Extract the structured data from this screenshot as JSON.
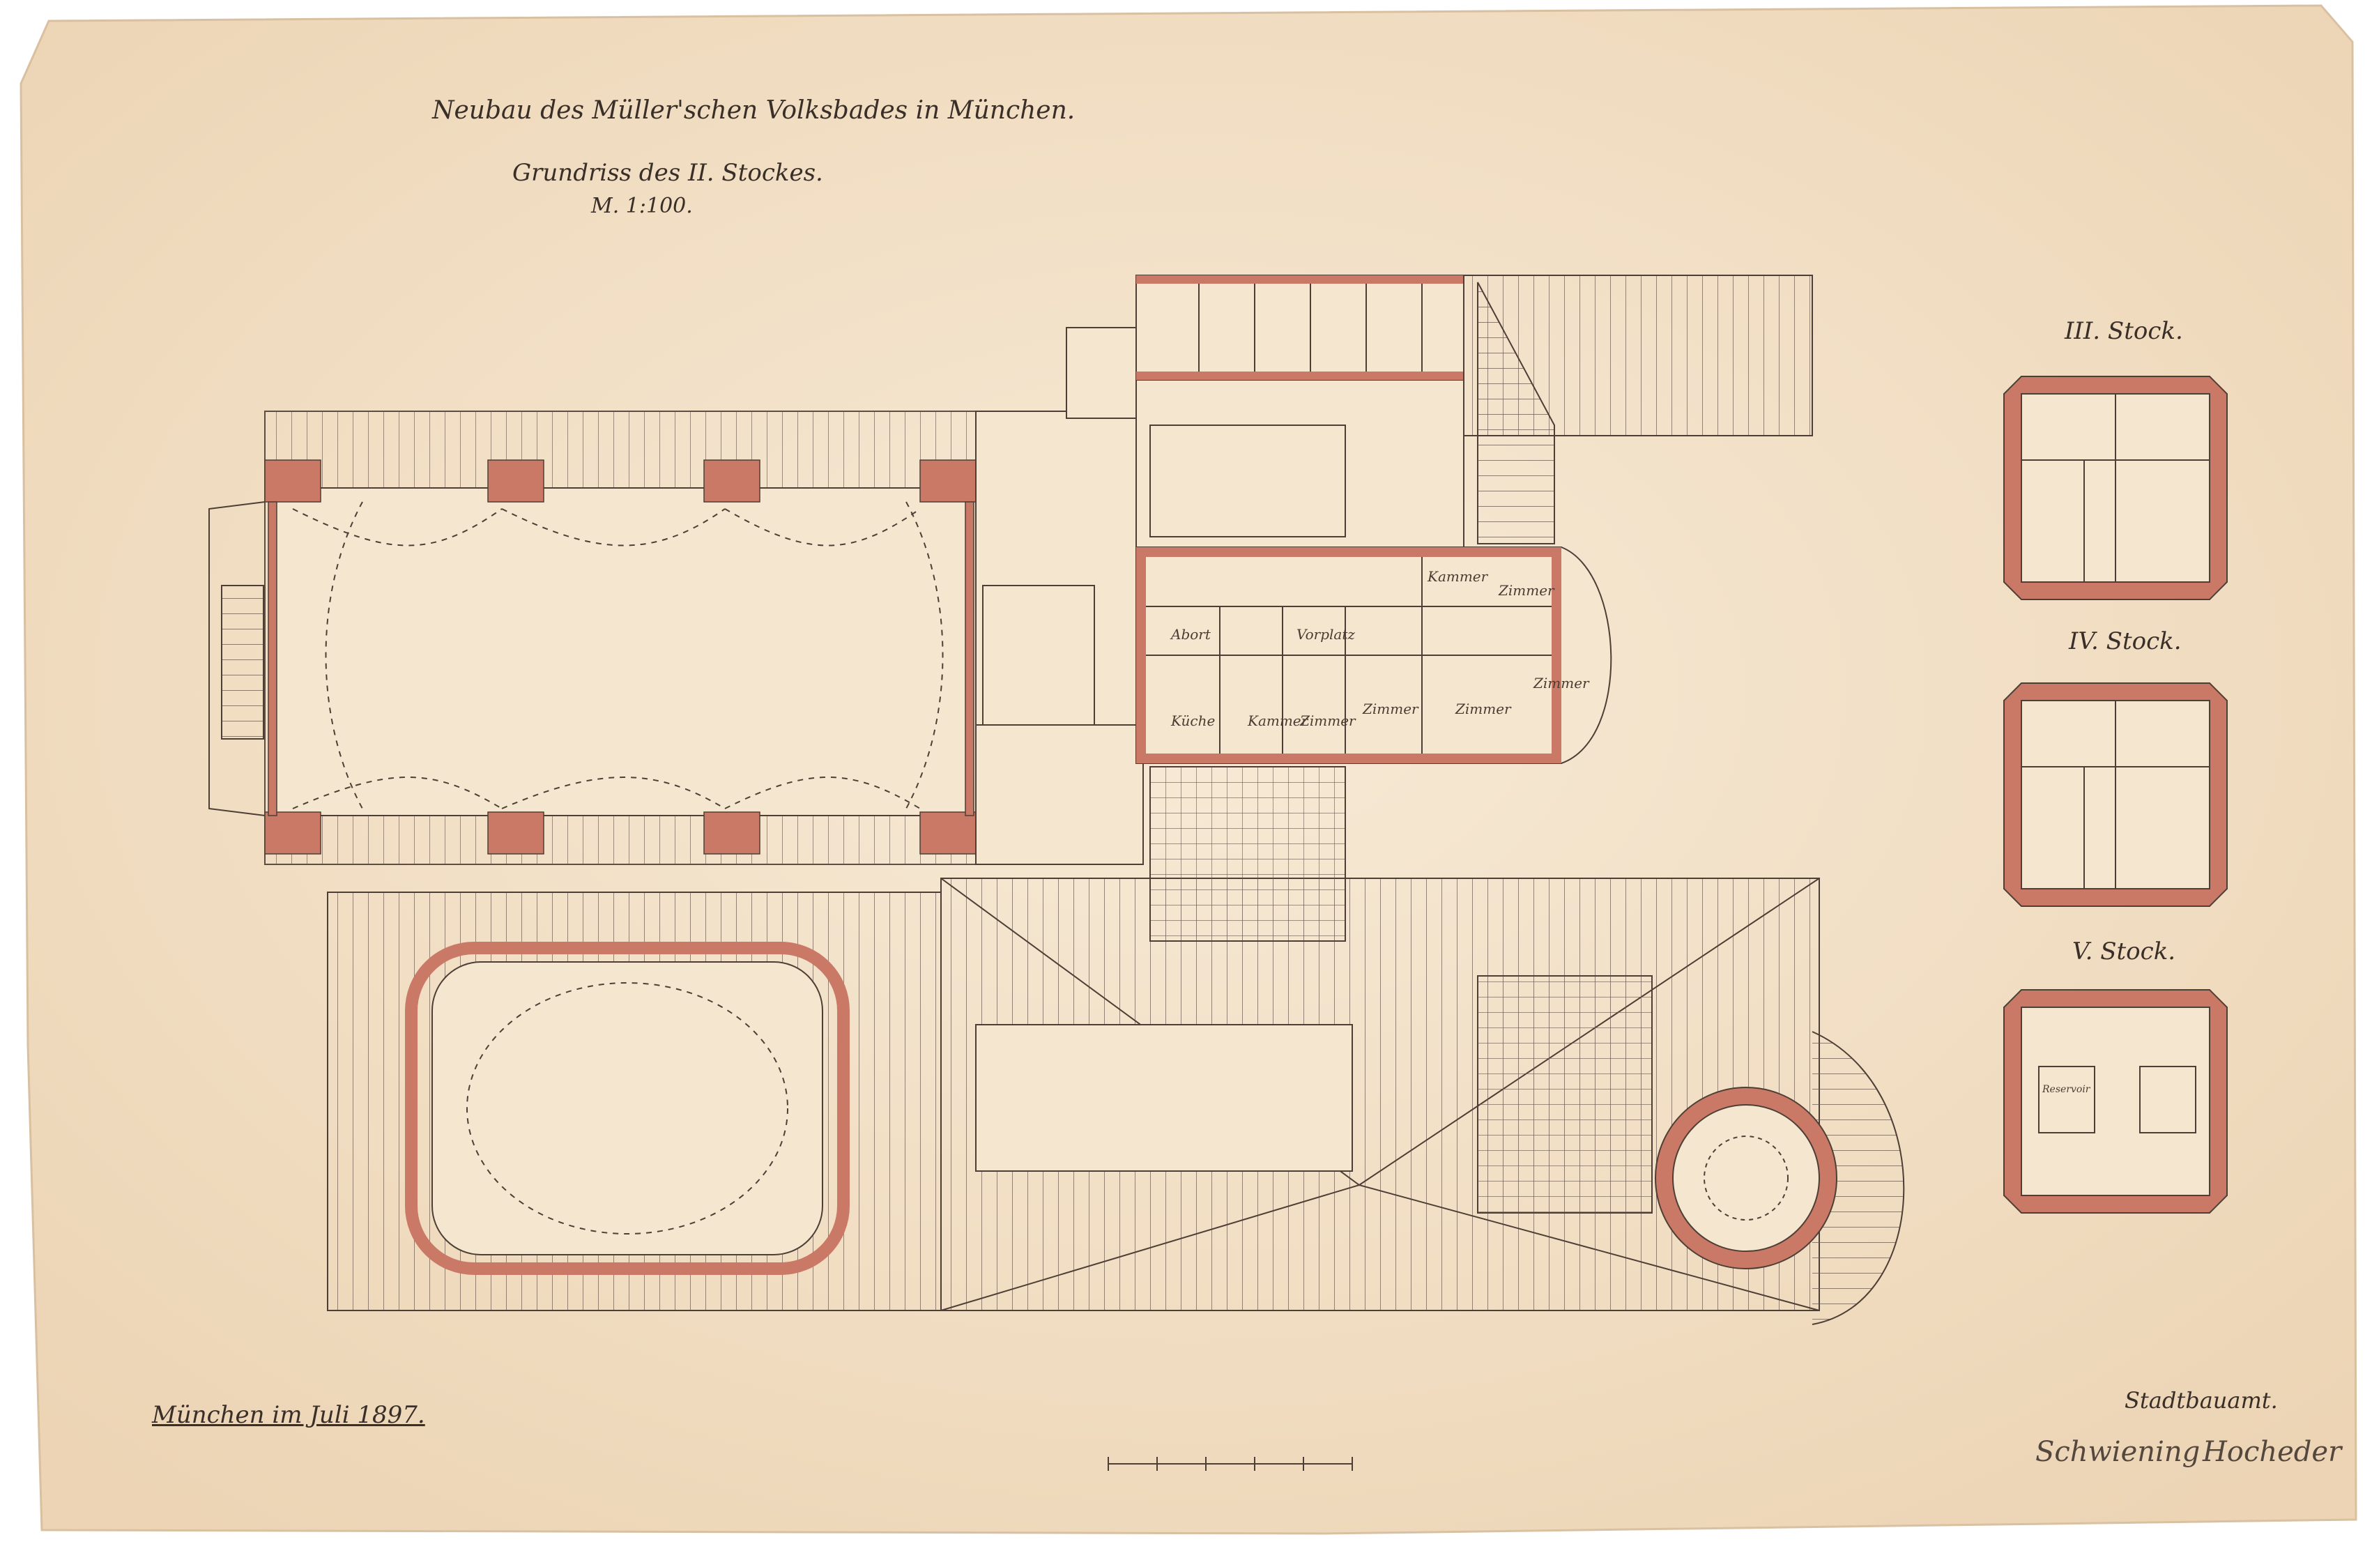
{
  "title": "Neubau des Müller'schen Volksbades in München.",
  "subtitle": "Grundriss des II. Stockes.",
  "scale_text": "M. 1:100.",
  "place_date": "München im Juli 1897.",
  "office": "Stadtbauamt.",
  "signatures": [
    "Schwiening",
    "Hocheder"
  ],
  "floor_labels": [
    "III. Stock.",
    "IV. Stock.",
    "V. Stock."
  ],
  "room_labels": {
    "kammer_top": "Kammer",
    "zimmer_1": "Zimmer",
    "vorplatz": "Vorplatz",
    "abort": "Abort",
    "zimmer_2": "Zimmer",
    "kueche": "Küche",
    "kammer": "Kammer",
    "zimmer_3": "Zimmer",
    "zimmer_4": "Zimmer",
    "zimmer_5": "Zimmer",
    "reservoir": "Reservoir"
  },
  "colors": {
    "paper": "#f3e3cb",
    "wall": "#c97966",
    "ink": "#4e3f36"
  }
}
